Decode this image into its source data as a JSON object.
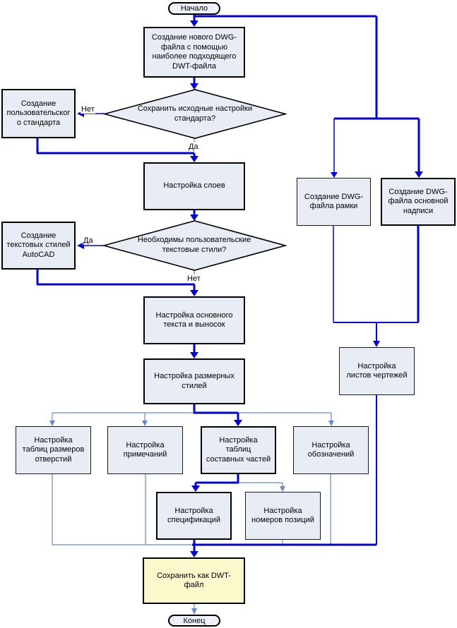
{
  "flowchart": {
    "nodes": {
      "start": "Начало",
      "create_dwg_file": "Создание нового DWG-\nфайла с помощью\nнаиболее подходящего\nDWT-файла",
      "decision_save_standard": "Сохранить исходные настройки\nстандарта?",
      "create_user_standard": "Создание\nпользовательског\nо стандарта",
      "setup_layers": "Настройка слоев",
      "decision_text_styles": "Необходимы пользовательские\nтекстовые стили?",
      "create_text_styles": "Создание\nтекстовых стилей\nAutoCAD",
      "setup_main_text": "Настройка основного\nтекста и выносок",
      "setup_dim_styles": "Настройка размерных\nстилей",
      "setup_hole_tables": "Настройка\nтаблиц размеров\nотверстий",
      "setup_notes": "Настройка\nпримечаний",
      "setup_parts_tables": "Настройка\nтаблиц\nсоставных частей",
      "setup_symbols": "Настройка\nобозначений",
      "setup_specs": "Настройка\nспецификаций",
      "setup_item_numbers": "Настройка\nномеров позиций",
      "create_frame_dwg": "Создание DWG-\nфайла рамки",
      "create_titleblock_dwg": "Создание DWG-\nфайла основной\nнадписи",
      "setup_sheet_layouts": "Настройка\nлистов чертежей",
      "save_as_dwt": "Сохранить как DWT-\nфайл",
      "end": "Конец"
    },
    "edge_labels": {
      "no_1": "Нет",
      "yes_1": "Да",
      "yes_2": "Да",
      "no_2": "Нет"
    },
    "colors": {
      "node_fill": "#e8ecf5",
      "terminator_fill": "#eef1f9",
      "save_fill": "#fbf8cc",
      "line_thick": "#0000dd",
      "line_blue": "#0000ee",
      "line_steel": "#6688cc"
    }
  }
}
